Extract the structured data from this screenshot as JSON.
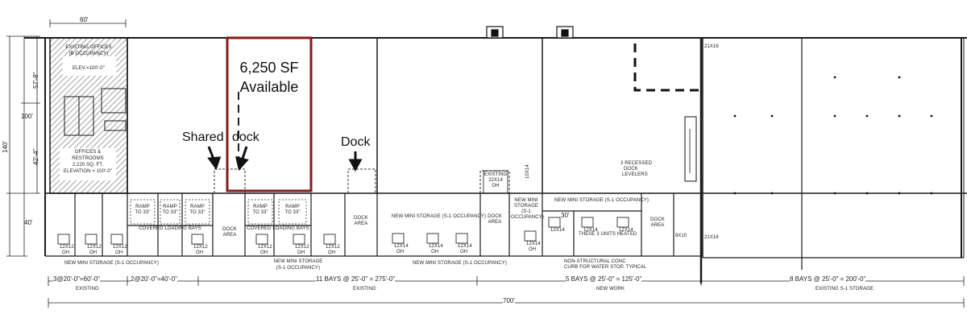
{
  "callout": {
    "available_sf": "6,250 SF",
    "available_word": "Available",
    "shared_label": "Shared",
    "shared_dock_label": "dock",
    "dock_label": "Dock"
  },
  "offices": {
    "title_line1": "EXISTING OFFICES",
    "title_line2": "(B OCCUPANCY)",
    "elevation": "ELEV.=100'-0\"",
    "restroom_line1": "OFFICES &",
    "restroom_line2": "RESTROOMS",
    "restroom_line3": "2,220 SQ. FT.",
    "restroom_line4": "ELEVATION = 100'-0\""
  },
  "dimensions": {
    "top_width": "60'",
    "left_total": "140'",
    "left_upper": "57'-8\"",
    "left_mid": "100'",
    "left_lower": "42'-4\"",
    "left_storage": "40'",
    "seg1": "3@20'-0\"=60'-0\"",
    "seg1_note": "EXISTING",
    "seg2": "2@20'-0\"=40'-0\"",
    "seg3": "11 BAYS @ 25'-0\" = 275'-0\"",
    "seg3_note": "EXISTING",
    "seg4": "5 BAYS @ 25'-0\" = 125'-0\"",
    "seg4_note": "NEW WORK",
    "seg5": "8 BAYS @ 25'-0\" = 200'-0\"",
    "seg5_note": "EXISTING S-1 STORAGE",
    "overall": "700'"
  },
  "rooms": {
    "storage_left": "NEW MINI STORAGE (S-1 OCCUPANCY)",
    "storage_mid_1": "NEW MINI STORAGE",
    "storage_mid_2": "(S-1 OCCUPANCY)",
    "storage_right": "NEW MINI STORAGE (S-1 OCCUPANCY)",
    "mini_storage_1": "NEW MINI",
    "mini_storage_2": "STORAGE",
    "mini_storage_3": "(S-1",
    "mini_storage_4": "OCCUPANCY)",
    "new_mini_right": "NEW MINI STORAGE (S-1 OCCUPANCY)",
    "dock_area_1": "DOCK",
    "dock_area_2": "AREA",
    "covered_bays": "COVERED LOADING BAYS",
    "ramp": "RAMP",
    "ramp_to": "TO 33\"",
    "door_12x12": "12X12",
    "door_12x14": "12X14",
    "door_oh": "OH",
    "existing_door_1": "EXISTING",
    "existing_door_2": "22X14",
    "existing_door_3": "OH",
    "heated_note": "THESE 3 UNITS HEATED",
    "recessed_1": "3 RECESSED",
    "recessed_2": "DOCK",
    "recessed_3": "LEVELERS",
    "curb_1": "NON-STRUCTURAL CONC",
    "curb_2": "CURB FOR WATER STOP, TYPICAL",
    "door_21x16": "21X16",
    "dim_30": "30'",
    "door_10x14": "10X14",
    "door_8x10": "8X10"
  },
  "colors": {
    "highlight": "#8b1a1a",
    "hatch": "#7a7a7a",
    "line": "#1a1a1a"
  }
}
